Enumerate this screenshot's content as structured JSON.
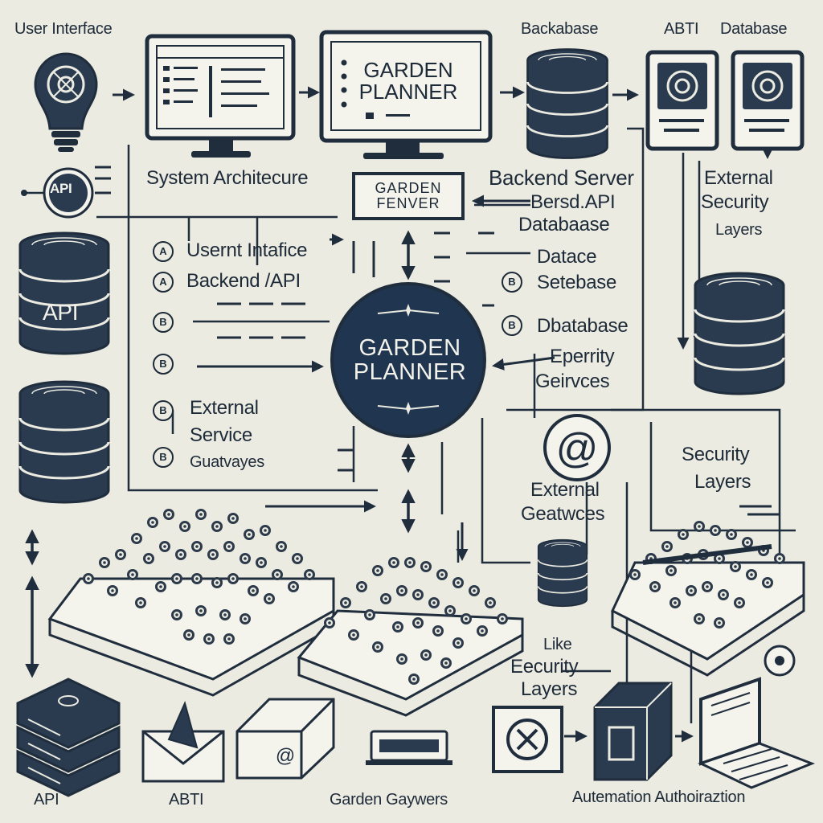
{
  "labels": {
    "user_interface": "User Interface",
    "backabase": "Backabase",
    "abti": "ABTI",
    "database_top": "Database",
    "system_architecture": "System Architecure",
    "backend_server": "Backend Server",
    "bersd_api": "Bersd.API",
    "database_mid": "Databaase",
    "external_security_1": "External",
    "external_security_2": "Security",
    "external_security_3": "Layers",
    "datace": "Datace",
    "setebase": "Setebase",
    "database_list": "Dbatabase",
    "eperrity_1": "Eperrity",
    "eperrity_2": "Geirvces",
    "security_layers_1": "Security",
    "security_layers_2": "Layers",
    "external_geatwces_1": "External",
    "external_geatwces_2": "Geatwces",
    "like_1": "Like",
    "like_2": "Eecurity",
    "like_3": "Layers",
    "usernt_interface": "Usernt Intafice",
    "backend_api": "Backend /API",
    "external_service_1": "External",
    "external_service_2": "Service",
    "external_service_3": "Guatvayes",
    "bottom_api": "API",
    "bottom_abti": "ABTI",
    "garden_gaywers": "Garden Gaywers",
    "automation": "Autemation Authoiraztion"
  },
  "hub": {
    "line1": "GARDEN",
    "line2": "PLANNER"
  },
  "monitor_screen": {
    "line1": "GARDEN",
    "line2": "PLANNER"
  },
  "server_box": {
    "line1": "GARDEN",
    "line2": "FENVER"
  },
  "api_badge": "API",
  "db_left_label": "API",
  "list_bullets": {
    "b1": "A",
    "b2": "A",
    "b3": "B",
    "b4": "B",
    "b5": "B",
    "b6": "B",
    "r1": "B",
    "r2": "B"
  },
  "colors": {
    "ink": "#1f2d3d",
    "paper": "#ecebe2",
    "hub_fill": "#1f3550",
    "hub_text": "#f3f2ea"
  },
  "icons": [
    "lightbulb-icon",
    "monitor-icon",
    "database-icon",
    "id-card-icon",
    "server-stack-icon",
    "envelope-icon",
    "laptop-icon",
    "lock-box-icon",
    "at-sign-icon",
    "flower-bed-icon"
  ]
}
